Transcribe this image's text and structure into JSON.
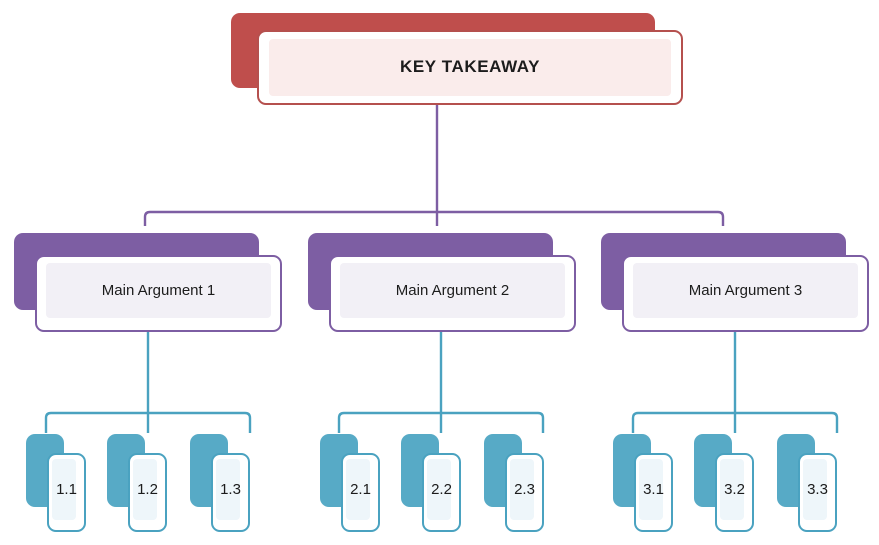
{
  "diagram": {
    "title_node": {
      "id": "key-takeaway",
      "label": "KEY TAKEAWAY",
      "color": "#bf4e4c",
      "fill": "#faeceb"
    },
    "level2_color": "#7d5ea3",
    "level2_fill": "#f2f0f6",
    "level3_color": "#57aac6",
    "level3_fill": "#eef6fa",
    "background": "#ffffff",
    "branches": [
      {
        "id": "main-argument-1",
        "label": "Main Argument 1",
        "children": [
          {
            "id": "sub-1-1",
            "label": "1.1"
          },
          {
            "id": "sub-1-2",
            "label": "1.2"
          },
          {
            "id": "sub-1-3",
            "label": "1.3"
          }
        ]
      },
      {
        "id": "main-argument-2",
        "label": "Main Argument 2",
        "children": [
          {
            "id": "sub-2-1",
            "label": "2.1"
          },
          {
            "id": "sub-2-2",
            "label": "2.2"
          },
          {
            "id": "sub-2-3",
            "label": "2.3"
          }
        ]
      },
      {
        "id": "main-argument-3",
        "label": "Main Argument 3",
        "children": [
          {
            "id": "sub-3-1",
            "label": "3.1"
          },
          {
            "id": "sub-3-2",
            "label": "3.2"
          },
          {
            "id": "sub-3-3",
            "label": "3.3"
          }
        ]
      }
    ]
  }
}
